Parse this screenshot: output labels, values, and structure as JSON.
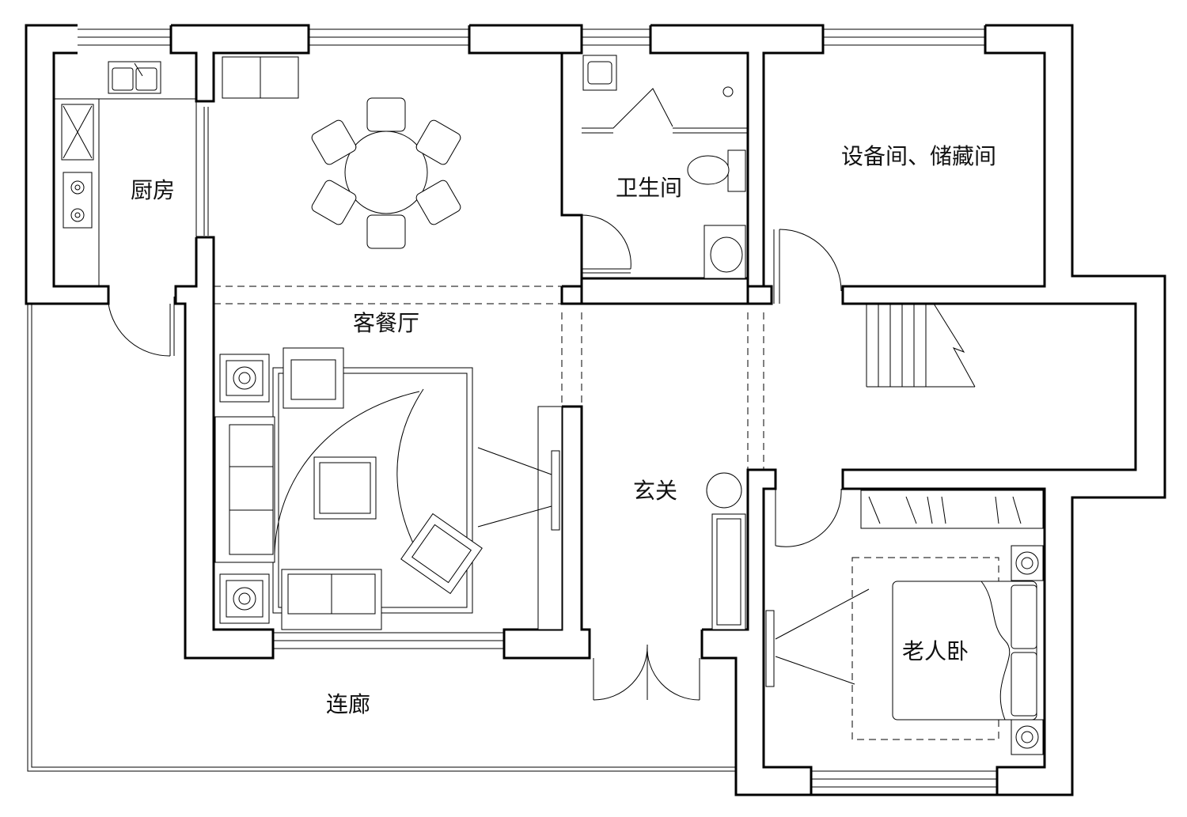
{
  "rooms": {
    "kitchen": "厨房",
    "dining_living": "客餐厅",
    "bathroom": "卫生间",
    "storage": "设备间、储藏间",
    "foyer": "玄关",
    "elder_bedroom": "老人卧",
    "corridor": "连廊"
  }
}
